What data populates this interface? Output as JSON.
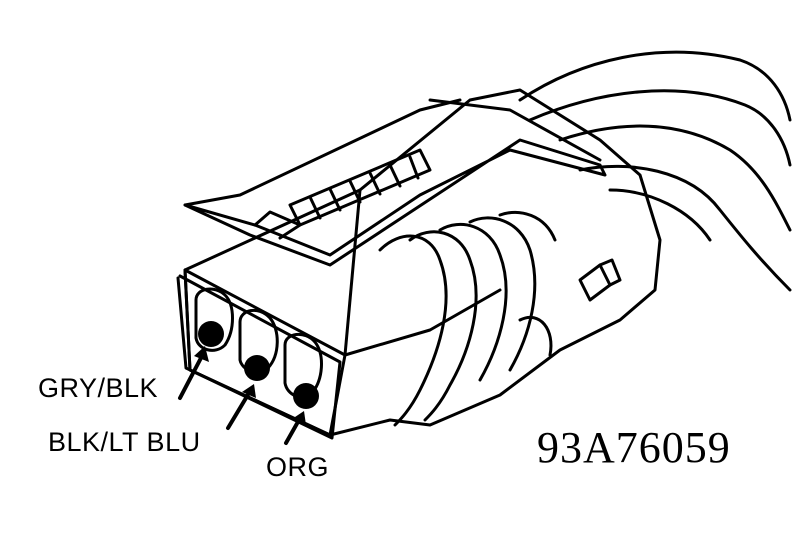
{
  "labels": {
    "gry_blk": "GRY/BLK",
    "blk_lt_blu": "BLK/LT BLU",
    "org": "ORG"
  },
  "figure_number": "93A76059",
  "colors": {
    "ink": "#000000",
    "paper": "#ffffff"
  }
}
